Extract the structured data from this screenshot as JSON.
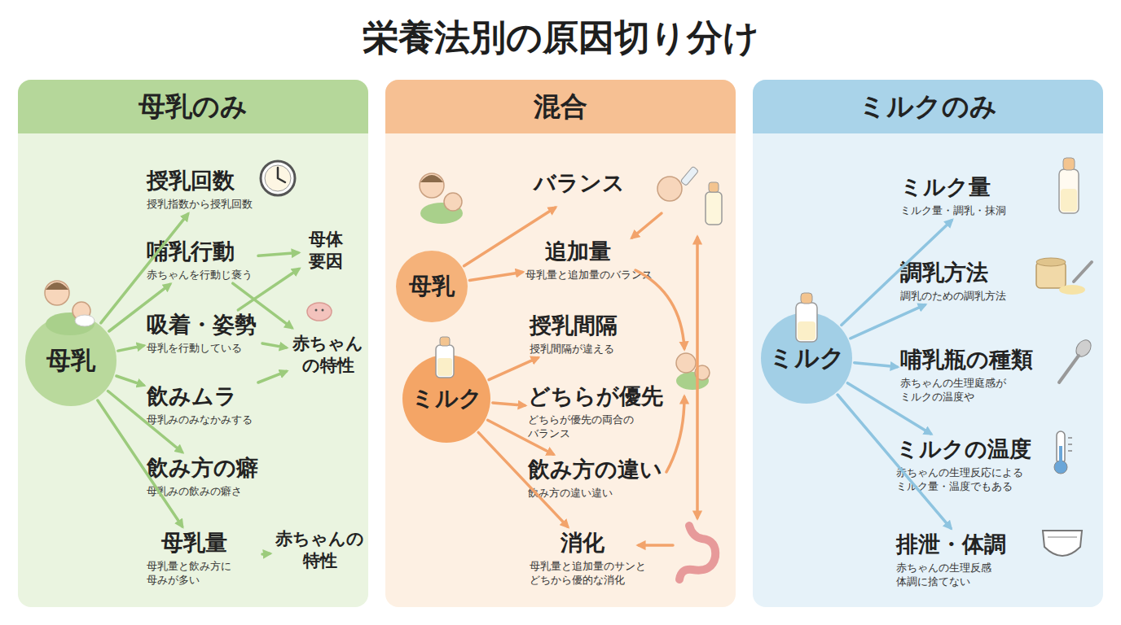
{
  "diagram": {
    "title": "栄養法別の原因切り分け",
    "nodes": [
      {
        "text": [
          "母乳のみ"
        ]
      },
      {
        "text": [
          "母乳"
        ],
        "in": 0
      },
      {
        "text": [
          "授乳回数",
          "授乳指数から授乳回数"
        ],
        "in": 0
      },
      {
        "text": [
          "哺乳行動",
          "赤ちゃんを行動じ褒う"
        ],
        "in": 0
      },
      {
        "text": [
          "吸着・姿勢",
          "母乳を行動している"
        ],
        "in": 0
      },
      {
        "text": [
          "飲みムラ",
          "母乳みのみなかみする"
        ],
        "in": 0
      },
      {
        "text": [
          "飲み方の癖",
          "母乳みの飲みの癖さ"
        ],
        "in": 0
      },
      {
        "text": [
          "母乳量",
          "母乳量と飲み方に 母みが多い"
        ],
        "in": 0
      },
      {
        "text": [
          "母体 要因"
        ],
        "in": 0
      },
      {
        "text": [
          "赤ちゃん の特性"
        ],
        "in": 0
      },
      {
        "text": [
          "赤ちゃんの 特性"
        ],
        "in": 0
      },
      {
        "text": [
          "混合"
        ]
      },
      {
        "text": [
          "母乳"
        ],
        "in": 11
      },
      {
        "text": [
          "ミルク"
        ],
        "in": 11
      },
      {
        "text": [
          "バランス"
        ],
        "in": 11
      },
      {
        "text": [
          "追加量",
          "母乳量と追加量のバランス"
        ],
        "in": 11
      },
      {
        "text": [
          "授乳間隔",
          "授乳間隔が違える"
        ],
        "in": 11
      },
      {
        "text": [
          "どちらが優先",
          "どちらが優先の両合の バランス"
        ],
        "in": 11
      },
      {
        "text": [
          "飲み方の違い",
          "飲み方の違い違い"
        ],
        "in": 11
      },
      {
        "text": [
          "消化",
          "母乳量と追加量のサンと どちから優的な消化"
        ],
        "in": 11
      },
      {
        "text": [
          "ミルクのみ"
        ]
      },
      {
        "text": [
          "ミルク"
        ],
        "in": 20
      },
      {
        "text": [
          "ミルク量",
          "ミルク量・調乳・抹洞"
        ],
        "in": 20
      },
      {
        "text": [
          "調乳方法",
          "調乳のための調乳方法"
        ],
        "in": 20
      },
      {
        "text": [
          "哺乳瓶の種類",
          "赤ちゃんの生理庭感が ミルクの温度や"
        ],
        "in": 20
      },
      {
        "text": [
          "ミルクの温度",
          "赤ちゃんの生理反応による ミルク量・温度でもある"
        ],
        "in": 20
      },
      {
        "text": [
          "排泄・体調",
          "赤ちゃんの生理反感 体調に捨てない"
        ],
        "in": 20
      }
    ],
    "edges": [
      {
        "from": 1,
        "to": 2,
        "arrow": "to"
      },
      {
        "from": 1,
        "to": 3,
        "arrow": "to"
      },
      {
        "from": 1,
        "to": 4,
        "arrow": "to"
      },
      {
        "from": 1,
        "to": 5,
        "arrow": "to"
      },
      {
        "from": 1,
        "to": 6,
        "arrow": "to"
      },
      {
        "from": 1,
        "to": 7,
        "arrow": "to"
      },
      {
        "from": 3,
        "to": 8,
        "arrow": "to"
      },
      {
        "from": 3,
        "to": 9,
        "arrow": "to"
      },
      {
        "from": 4,
        "to": 8,
        "arrow": "to"
      },
      {
        "from": 4,
        "to": 9,
        "arrow": "to"
      },
      {
        "from": 5,
        "to": 9,
        "arrow": "to"
      },
      {
        "from": 7,
        "to": 10,
        "arrow": "to"
      },
      {
        "from": 12,
        "to": 14,
        "arrow": "to"
      },
      {
        "from": 12,
        "to": 15,
        "arrow": "to"
      },
      {
        "from": 13,
        "to": 16,
        "arrow": "to"
      },
      {
        "from": 13,
        "to": 17,
        "arrow": "to"
      },
      {
        "from": 13,
        "to": 18,
        "arrow": "to"
      },
      {
        "from": 13,
        "to": 19,
        "arrow": "to"
      },
      {
        "from": 21,
        "to": 22,
        "arrow": "to"
      },
      {
        "from": 21,
        "to": 23,
        "arrow": "to"
      },
      {
        "from": 21,
        "to": 24,
        "arrow": "to"
      },
      {
        "from": 21,
        "to": 25,
        "arrow": "to"
      },
      {
        "from": 21,
        "to": 26,
        "arrow": "to"
      }
    ]
  }
}
